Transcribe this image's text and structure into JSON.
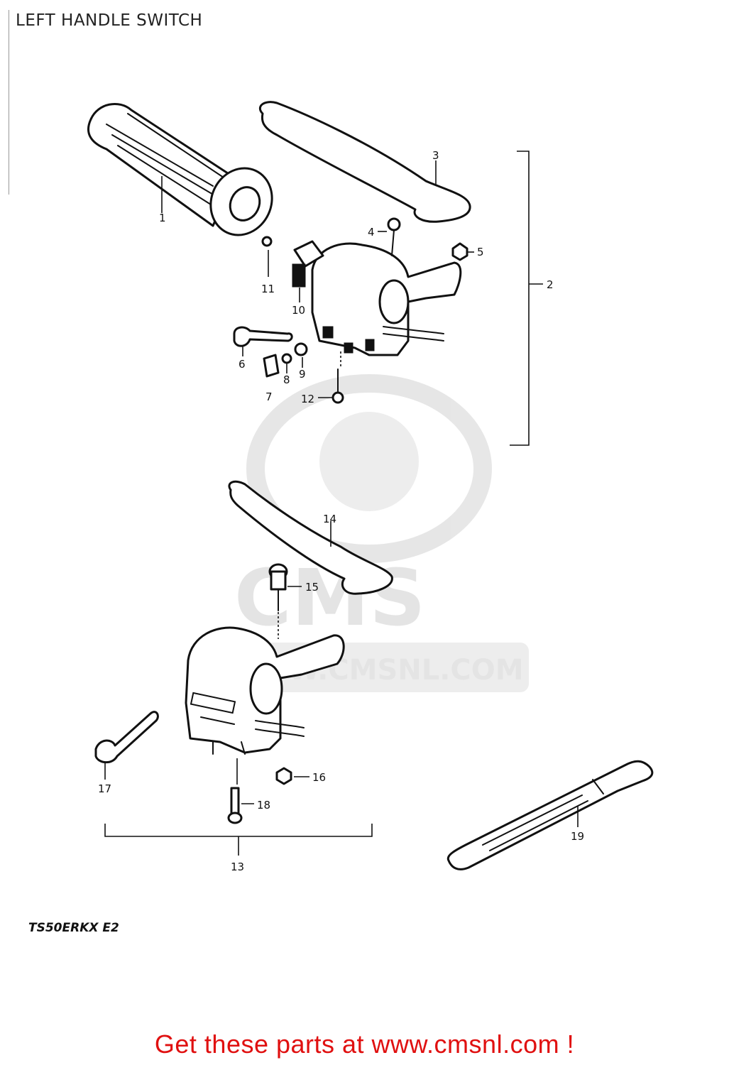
{
  "header": {
    "title": "LEFT HANDLE SWITCH"
  },
  "parts": {
    "p1": "1",
    "p2": "2",
    "p3": "3",
    "p4": "4",
    "p5": "5",
    "p6": "6",
    "p7": "7",
    "p8": "8",
    "p9": "9",
    "p10": "10",
    "p11": "11",
    "p12": "12",
    "p13": "13",
    "p14": "14",
    "p15": "15",
    "p16": "16",
    "p17": "17",
    "p18": "18",
    "p19": "19"
  },
  "model_code": "TS50ERKX  E2",
  "watermark": {
    "brand": "CMS",
    "url": "WWW.CMSNL.COM"
  },
  "footer": {
    "text": "Get these parts at www.cmsnl.com !",
    "color": "#e01010"
  }
}
